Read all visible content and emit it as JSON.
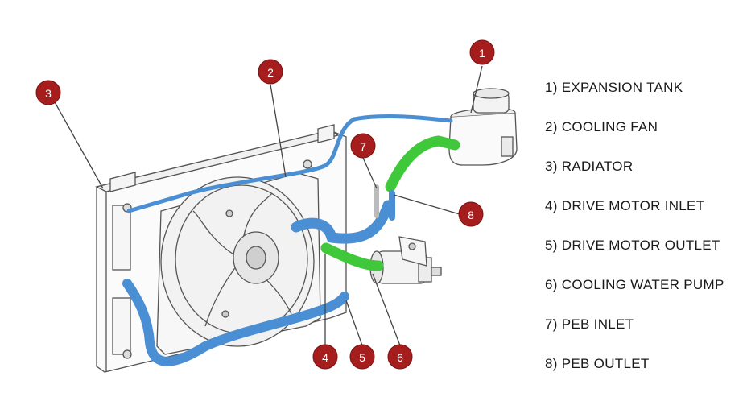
{
  "colors": {
    "callout": "#a51d1d",
    "hot_hose": "#4a8fd4",
    "cool_hose": "#3fc93a",
    "outline": "#555555"
  },
  "callouts": [
    {
      "id": "1",
      "label": "1"
    },
    {
      "id": "2",
      "label": "2"
    },
    {
      "id": "3",
      "label": "3"
    },
    {
      "id": "4",
      "label": "4"
    },
    {
      "id": "5",
      "label": "5"
    },
    {
      "id": "6",
      "label": "6"
    },
    {
      "id": "7",
      "label": "7"
    },
    {
      "id": "8",
      "label": "8"
    }
  ],
  "legend": [
    "1) EXPANSION TANK",
    "2) COOLING FAN",
    "3) RADIATOR",
    "4) DRIVE MOTOR INLET",
    "5) DRIVE MOTOR OUTLET",
    "6) COOLING WATER PUMP",
    "7) PEB INLET",
    "8) PEB OUTLET"
  ]
}
